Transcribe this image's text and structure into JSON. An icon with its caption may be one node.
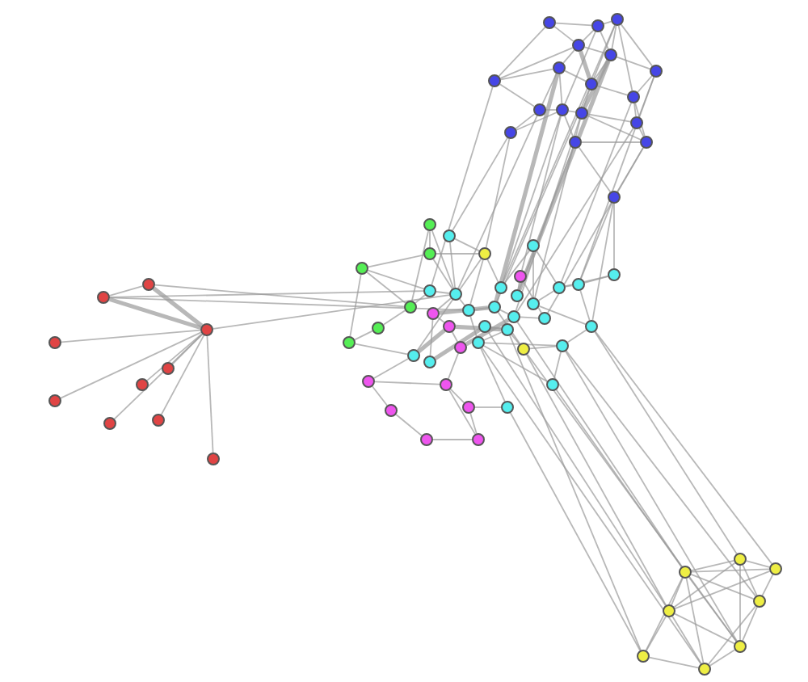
{
  "diagram": {
    "nodes": [
      {
        "text": [],
        "shape": "circle"
      },
      {
        "text": [],
        "shape": "circle"
      },
      {
        "text": [],
        "shape": "circle"
      },
      {
        "text": [],
        "shape": "circle"
      },
      {
        "text": [],
        "shape": "circle"
      },
      {
        "text": [],
        "shape": "circle"
      },
      {
        "text": [],
        "shape": "circle"
      },
      {
        "text": [],
        "shape": "circle"
      },
      {
        "text": [],
        "shape": "circle"
      },
      {
        "text": [],
        "shape": "circle"
      },
      {
        "text": [],
        "shape": "circle"
      },
      {
        "text": [],
        "shape": "circle"
      },
      {
        "text": [],
        "shape": "circle"
      },
      {
        "text": [],
        "shape": "circle"
      },
      {
        "text": [],
        "shape": "circle"
      },
      {
        "text": [],
        "shape": "circle"
      },
      {
        "text": [],
        "shape": "circle"
      },
      {
        "text": [],
        "shape": "circle"
      },
      {
        "text": [],
        "shape": "circle"
      },
      {
        "text": [],
        "shape": "circle"
      },
      {
        "text": [],
        "shape": "circle"
      },
      {
        "text": [],
        "shape": "circle"
      },
      {
        "text": [],
        "shape": "circle"
      },
      {
        "text": [],
        "shape": "circle"
      },
      {
        "text": [],
        "shape": "circle"
      },
      {
        "text": [],
        "shape": "circle"
      },
      {
        "text": [],
        "shape": "circle"
      },
      {
        "text": [],
        "shape": "circle"
      },
      {
        "text": [],
        "shape": "circle"
      },
      {
        "text": [],
        "shape": "circle"
      },
      {
        "text": [],
        "shape": "circle"
      },
      {
        "text": [],
        "shape": "circle"
      },
      {
        "text": [],
        "shape": "circle"
      },
      {
        "text": [],
        "shape": "circle"
      },
      {
        "text": [],
        "shape": "circle"
      },
      {
        "text": [],
        "shape": "circle"
      },
      {
        "text": [],
        "shape": "circle"
      },
      {
        "text": [],
        "shape": "circle"
      },
      {
        "text": [],
        "shape": "circle"
      },
      {
        "text": [],
        "shape": "circle"
      },
      {
        "text": [],
        "shape": "circle"
      },
      {
        "text": [],
        "shape": "circle"
      },
      {
        "text": [],
        "shape": "circle"
      },
      {
        "text": [],
        "shape": "circle"
      },
      {
        "text": [],
        "shape": "circle"
      },
      {
        "text": [],
        "shape": "circle"
      },
      {
        "text": [],
        "shape": "circle"
      },
      {
        "text": [],
        "shape": "circle"
      },
      {
        "text": [],
        "shape": "circle"
      },
      {
        "text": [],
        "shape": "circle"
      },
      {
        "text": [],
        "shape": "circle"
      },
      {
        "text": [],
        "shape": "circle"
      },
      {
        "text": [],
        "shape": "circle"
      },
      {
        "text": [],
        "shape": "circle"
      },
      {
        "text": [],
        "shape": "circle"
      },
      {
        "text": [],
        "shape": "circle"
      },
      {
        "text": [],
        "shape": "circle"
      },
      {
        "text": [],
        "shape": "circle"
      },
      {
        "text": [],
        "shape": "circle"
      },
      {
        "text": [],
        "shape": "circle"
      },
      {
        "text": [],
        "shape": "circle"
      },
      {
        "text": [],
        "shape": "circle"
      },
      {
        "text": [],
        "shape": "circle"
      },
      {
        "text": [],
        "shape": "circle"
      },
      {
        "text": [],
        "shape": "circle"
      },
      {
        "text": [],
        "shape": "circle"
      },
      {
        "text": [],
        "shape": "circle"
      },
      {
        "text": [],
        "shape": "circle"
      },
      {
        "text": [],
        "shape": "circle"
      },
      {
        "text": [],
        "shape": "circle"
      },
      {
        "text": [],
        "shape": "circle"
      },
      {
        "text": [],
        "shape": "circle"
      },
      {
        "text": [],
        "shape": "circle"
      },
      {
        "text": [],
        "shape": "circle"
      },
      {
        "text": [],
        "shape": "circle"
      },
      {
        "text": [],
        "shape": "circle"
      },
      {
        "text": [],
        "shape": "circle"
      }
    ],
    "edges": [
      {
        "from": 0,
        "to": 1,
        "arrow": "none"
      },
      {
        "from": 0,
        "to": 3,
        "arrow": "none"
      },
      {
        "from": 1,
        "to": 2,
        "arrow": "none"
      },
      {
        "from": 1,
        "to": 3,
        "arrow": "none"
      },
      {
        "from": 1,
        "to": 4,
        "arrow": "none"
      },
      {
        "from": 2,
        "to": 4,
        "arrow": "none"
      },
      {
        "from": 2,
        "to": 5,
        "arrow": "none"
      },
      {
        "from": 3,
        "to": 6,
        "arrow": "none"
      },
      {
        "from": 3,
        "to": 4,
        "arrow": "none"
      },
      {
        "from": 4,
        "to": 5,
        "arrow": "none"
      },
      {
        "from": 4,
        "to": 7,
        "arrow": "none"
      },
      {
        "from": 5,
        "to": 9,
        "arrow": "none"
      },
      {
        "from": 6,
        "to": 7,
        "arrow": "none"
      },
      {
        "from": 6,
        "to": 11,
        "arrow": "none"
      },
      {
        "from": 7,
        "to": 9,
        "arrow": "none"
      },
      {
        "from": 7,
        "to": 12,
        "arrow": "none"
      },
      {
        "from": 8,
        "to": 6,
        "arrow": "none"
      },
      {
        "from": 8,
        "to": 3,
        "arrow": "none"
      },
      {
        "from": 8,
        "to": 10,
        "arrow": "none"
      },
      {
        "from": 9,
        "to": 13,
        "arrow": "none"
      },
      {
        "from": 10,
        "to": 11,
        "arrow": "none"
      },
      {
        "from": 11,
        "to": 12,
        "arrow": "none"
      },
      {
        "from": 11,
        "to": 15,
        "arrow": "none"
      },
      {
        "from": 12,
        "to": 13,
        "arrow": "none"
      },
      {
        "from": 12,
        "to": 16,
        "arrow": "none"
      },
      {
        "from": 13,
        "to": 16,
        "arrow": "none"
      },
      {
        "from": 14,
        "to": 10,
        "arrow": "none"
      },
      {
        "from": 14,
        "to": 11,
        "arrow": "none"
      },
      {
        "from": 15,
        "to": 16,
        "arrow": "none"
      },
      {
        "from": 15,
        "to": 17,
        "arrow": "none"
      },
      {
        "from": 16,
        "to": 17,
        "arrow": "none"
      },
      {
        "from": 9,
        "to": 16,
        "arrow": "none"
      },
      {
        "from": 2,
        "to": 7,
        "arrow": "none"
      },
      {
        "from": 0,
        "to": 8,
        "arrow": "none"
      },
      {
        "from": 5,
        "to": 13,
        "arrow": "none"
      },
      {
        "from": 4,
        "to": 12,
        "arrow": "none",
        "style": "thick"
      },
      {
        "from": 6,
        "to": 10,
        "arrow": "none"
      },
      {
        "from": 1,
        "to": 11,
        "arrow": "none"
      },
      {
        "from": 3,
        "to": 7,
        "arrow": "none",
        "style": "thick"
      },
      {
        "from": 2,
        "to": 9,
        "arrow": "none"
      },
      {
        "from": 17,
        "to": 27,
        "arrow": "none"
      },
      {
        "from": 17,
        "to": 34,
        "arrow": "none"
      },
      {
        "from": 15,
        "to": 31,
        "arrow": "none"
      },
      {
        "from": 12,
        "to": 32,
        "arrow": "none"
      },
      {
        "from": 11,
        "to": 30,
        "arrow": "none"
      },
      {
        "from": 10,
        "to": 29,
        "arrow": "none"
      },
      {
        "from": 14,
        "to": 25,
        "arrow": "none"
      },
      {
        "from": 7,
        "to": 36,
        "arrow": "none"
      },
      {
        "from": 9,
        "to": 33,
        "arrow": "none"
      },
      {
        "from": 16,
        "to": 47,
        "arrow": "none"
      },
      {
        "from": 13,
        "to": 37,
        "arrow": "none"
      },
      {
        "from": 8,
        "to": 28,
        "arrow": "none"
      },
      {
        "from": 4,
        "to": 31,
        "arrow": "none",
        "style": "thick"
      },
      {
        "from": 6,
        "to": 36,
        "arrow": "none",
        "style": "thick"
      },
      {
        "from": 12,
        "to": 37,
        "arrow": "none"
      },
      {
        "from": 11,
        "to": 48,
        "arrow": "none"
      },
      {
        "from": 5,
        "to": 34,
        "arrow": "none"
      },
      {
        "from": 2,
        "to": 30,
        "arrow": "none"
      },
      {
        "from": 14,
        "to": 18,
        "arrow": "none"
      },
      {
        "from": 17,
        "to": 40,
        "arrow": "none"
      },
      {
        "from": 18,
        "to": 25,
        "arrow": "none"
      },
      {
        "from": 18,
        "to": 30,
        "arrow": "none"
      },
      {
        "from": 18,
        "to": 35,
        "arrow": "none"
      },
      {
        "from": 18,
        "to": 41,
        "arrow": "none"
      },
      {
        "from": 18,
        "to": 20,
        "arrow": "none"
      },
      {
        "from": 19,
        "to": 20,
        "arrow": "none"
      },
      {
        "from": 19,
        "to": 22,
        "arrow": "none"
      },
      {
        "from": 20,
        "to": 21,
        "arrow": "none"
      },
      {
        "from": 21,
        "to": 22,
        "arrow": "none"
      },
      {
        "from": 21,
        "to": 24,
        "arrow": "none"
      },
      {
        "from": 22,
        "to": 23,
        "arrow": "none"
      },
      {
        "from": 23,
        "to": 24,
        "arrow": "none"
      },
      {
        "from": 22,
        "to": 28,
        "arrow": "none"
      },
      {
        "from": 24,
        "to": 41,
        "arrow": "none"
      },
      {
        "from": 21,
        "to": 28,
        "arrow": "none"
      },
      {
        "from": 20,
        "to": 29,
        "arrow": "none"
      },
      {
        "from": 19,
        "to": 29,
        "arrow": "none"
      },
      {
        "from": 25,
        "to": 29,
        "arrow": "none"
      },
      {
        "from": 26,
        "to": 30,
        "arrow": "none"
      },
      {
        "from": 26,
        "to": 32,
        "arrow": "none"
      },
      {
        "from": 26,
        "to": 33,
        "arrow": "none"
      },
      {
        "from": 27,
        "to": 34,
        "arrow": "none"
      },
      {
        "from": 27,
        "to": 33,
        "arrow": "none"
      },
      {
        "from": 28,
        "to": 29,
        "arrow": "none"
      },
      {
        "from": 29,
        "to": 35,
        "arrow": "none"
      },
      {
        "from": 32,
        "to": 33,
        "arrow": "none"
      },
      {
        "from": 33,
        "to": 34,
        "arrow": "none"
      },
      {
        "from": 34,
        "to": 40,
        "arrow": "none"
      },
      {
        "from": 35,
        "to": 36,
        "arrow": "none"
      },
      {
        "from": 36,
        "to": 37,
        "arrow": "none"
      },
      {
        "from": 37,
        "to": 47,
        "arrow": "none"
      },
      {
        "from": 47,
        "to": 48,
        "arrow": "none"
      },
      {
        "from": 48,
        "to": 31,
        "arrow": "none"
      },
      {
        "from": 38,
        "to": 39,
        "arrow": "none"
      },
      {
        "from": 39,
        "to": 43,
        "arrow": "none"
      },
      {
        "from": 43,
        "to": 44,
        "arrow": "none"
      },
      {
        "from": 44,
        "to": 40,
        "arrow": "none"
      },
      {
        "from": 40,
        "to": 32,
        "arrow": "none"
      },
      {
        "from": 45,
        "to": 44,
        "arrow": "none"
      },
      {
        "from": 45,
        "to": 43,
        "arrow": "none"
      },
      {
        "from": 46,
        "to": 43,
        "arrow": "none"
      },
      {
        "from": 46,
        "to": 55,
        "arrow": "none"
      },
      {
        "from": 42,
        "to": 49,
        "arrow": "none"
      },
      {
        "from": 49,
        "to": 50,
        "arrow": "none"
      },
      {
        "from": 50,
        "to": 51,
        "arrow": "none"
      },
      {
        "from": 51,
        "to": 53,
        "arrow": "none"
      },
      {
        "from": 52,
        "to": 53,
        "arrow": "none"
      },
      {
        "from": 52,
        "to": 54,
        "arrow": "none"
      },
      {
        "from": 53,
        "to": 55,
        "arrow": "none"
      },
      {
        "from": 54,
        "to": 56,
        "arrow": "none"
      },
      {
        "from": 55,
        "to": 57,
        "arrow": "none"
      },
      {
        "from": 56,
        "to": 57,
        "arrow": "none"
      },
      {
        "from": 53,
        "to": 57,
        "arrow": "none"
      },
      {
        "from": 52,
        "to": 41,
        "arrow": "none"
      },
      {
        "from": 41,
        "to": 50,
        "arrow": "none",
        "style": "thick"
      },
      {
        "from": 42,
        "to": 38,
        "arrow": "none",
        "style": "thick"
      },
      {
        "from": 49,
        "to": 36,
        "arrow": "none",
        "style": "thick"
      },
      {
        "from": 50,
        "to": 39,
        "arrow": "none",
        "style": "thick"
      },
      {
        "from": 51,
        "to": 37,
        "arrow": "none",
        "style": "thick"
      },
      {
        "from": 35,
        "to": 43,
        "arrow": "none"
      },
      {
        "from": 36,
        "to": 58,
        "arrow": "none"
      },
      {
        "from": 58,
        "to": 44,
        "arrow": "none"
      },
      {
        "from": 58,
        "to": 39,
        "arrow": "none"
      },
      {
        "from": 29,
        "to": 49,
        "arrow": "none"
      },
      {
        "from": 67,
        "to": 68,
        "arrow": "none"
      },
      {
        "from": 67,
        "to": 69,
        "arrow": "none",
        "style": "thick"
      },
      {
        "from": 68,
        "to": 69,
        "arrow": "none",
        "style": "thick"
      },
      {
        "from": 69,
        "to": 70,
        "arrow": "none"
      },
      {
        "from": 69,
        "to": 71,
        "arrow": "none"
      },
      {
        "from": 69,
        "to": 72,
        "arrow": "none"
      },
      {
        "from": 69,
        "to": 73,
        "arrow": "none"
      },
      {
        "from": 69,
        "to": 74,
        "arrow": "none"
      },
      {
        "from": 69,
        "to": 75,
        "arrow": "none"
      },
      {
        "from": 69,
        "to": 76,
        "arrow": "none"
      },
      {
        "from": 67,
        "to": 28,
        "arrow": "none"
      },
      {
        "from": 68,
        "to": 22,
        "arrow": "none"
      },
      {
        "from": 69,
        "to": 29,
        "arrow": "none"
      },
      {
        "from": 67,
        "to": 35,
        "arrow": "none"
      },
      {
        "from": 59,
        "to": 60,
        "arrow": "none"
      },
      {
        "from": 59,
        "to": 61,
        "arrow": "none"
      },
      {
        "from": 59,
        "to": 62,
        "arrow": "none"
      },
      {
        "from": 59,
        "to": 63,
        "arrow": "none"
      },
      {
        "from": 59,
        "to": 64,
        "arrow": "none"
      },
      {
        "from": 59,
        "to": 65,
        "arrow": "none"
      },
      {
        "from": 59,
        "to": 66,
        "arrow": "none"
      },
      {
        "from": 60,
        "to": 61,
        "arrow": "none"
      },
      {
        "from": 60,
        "to": 62,
        "arrow": "none"
      },
      {
        "from": 60,
        "to": 63,
        "arrow": "none"
      },
      {
        "from": 60,
        "to": 64,
        "arrow": "none"
      },
      {
        "from": 61,
        "to": 62,
        "arrow": "none"
      },
      {
        "from": 61,
        "to": 63,
        "arrow": "none"
      },
      {
        "from": 62,
        "to": 64,
        "arrow": "none"
      },
      {
        "from": 62,
        "to": 65,
        "arrow": "none"
      },
      {
        "from": 63,
        "to": 65,
        "arrow": "none"
      },
      {
        "from": 63,
        "to": 66,
        "arrow": "none"
      },
      {
        "from": 64,
        "to": 65,
        "arrow": "none"
      },
      {
        "from": 65,
        "to": 66,
        "arrow": "none"
      },
      {
        "from": 63,
        "to": 64,
        "arrow": "none"
      },
      {
        "from": 40,
        "to": 61,
        "arrow": "none"
      },
      {
        "from": 40,
        "to": 60,
        "arrow": "none"
      },
      {
        "from": 44,
        "to": 62,
        "arrow": "none"
      },
      {
        "from": 45,
        "to": 59,
        "arrow": "none"
      },
      {
        "from": 58,
        "to": 63,
        "arrow": "none"
      },
      {
        "from": 39,
        "to": 66,
        "arrow": "none"
      },
      {
        "from": 43,
        "to": 65,
        "arrow": "none"
      },
      {
        "from": 46,
        "to": 66,
        "arrow": "none"
      },
      {
        "from": 58,
        "to": 64,
        "arrow": "none"
      },
      {
        "from": 37,
        "to": 59,
        "arrow": "none"
      },
      {
        "from": 38,
        "to": 63,
        "arrow": "none"
      },
      {
        "from": 44,
        "to": 64,
        "arrow": "none"
      }
    ]
  }
}
